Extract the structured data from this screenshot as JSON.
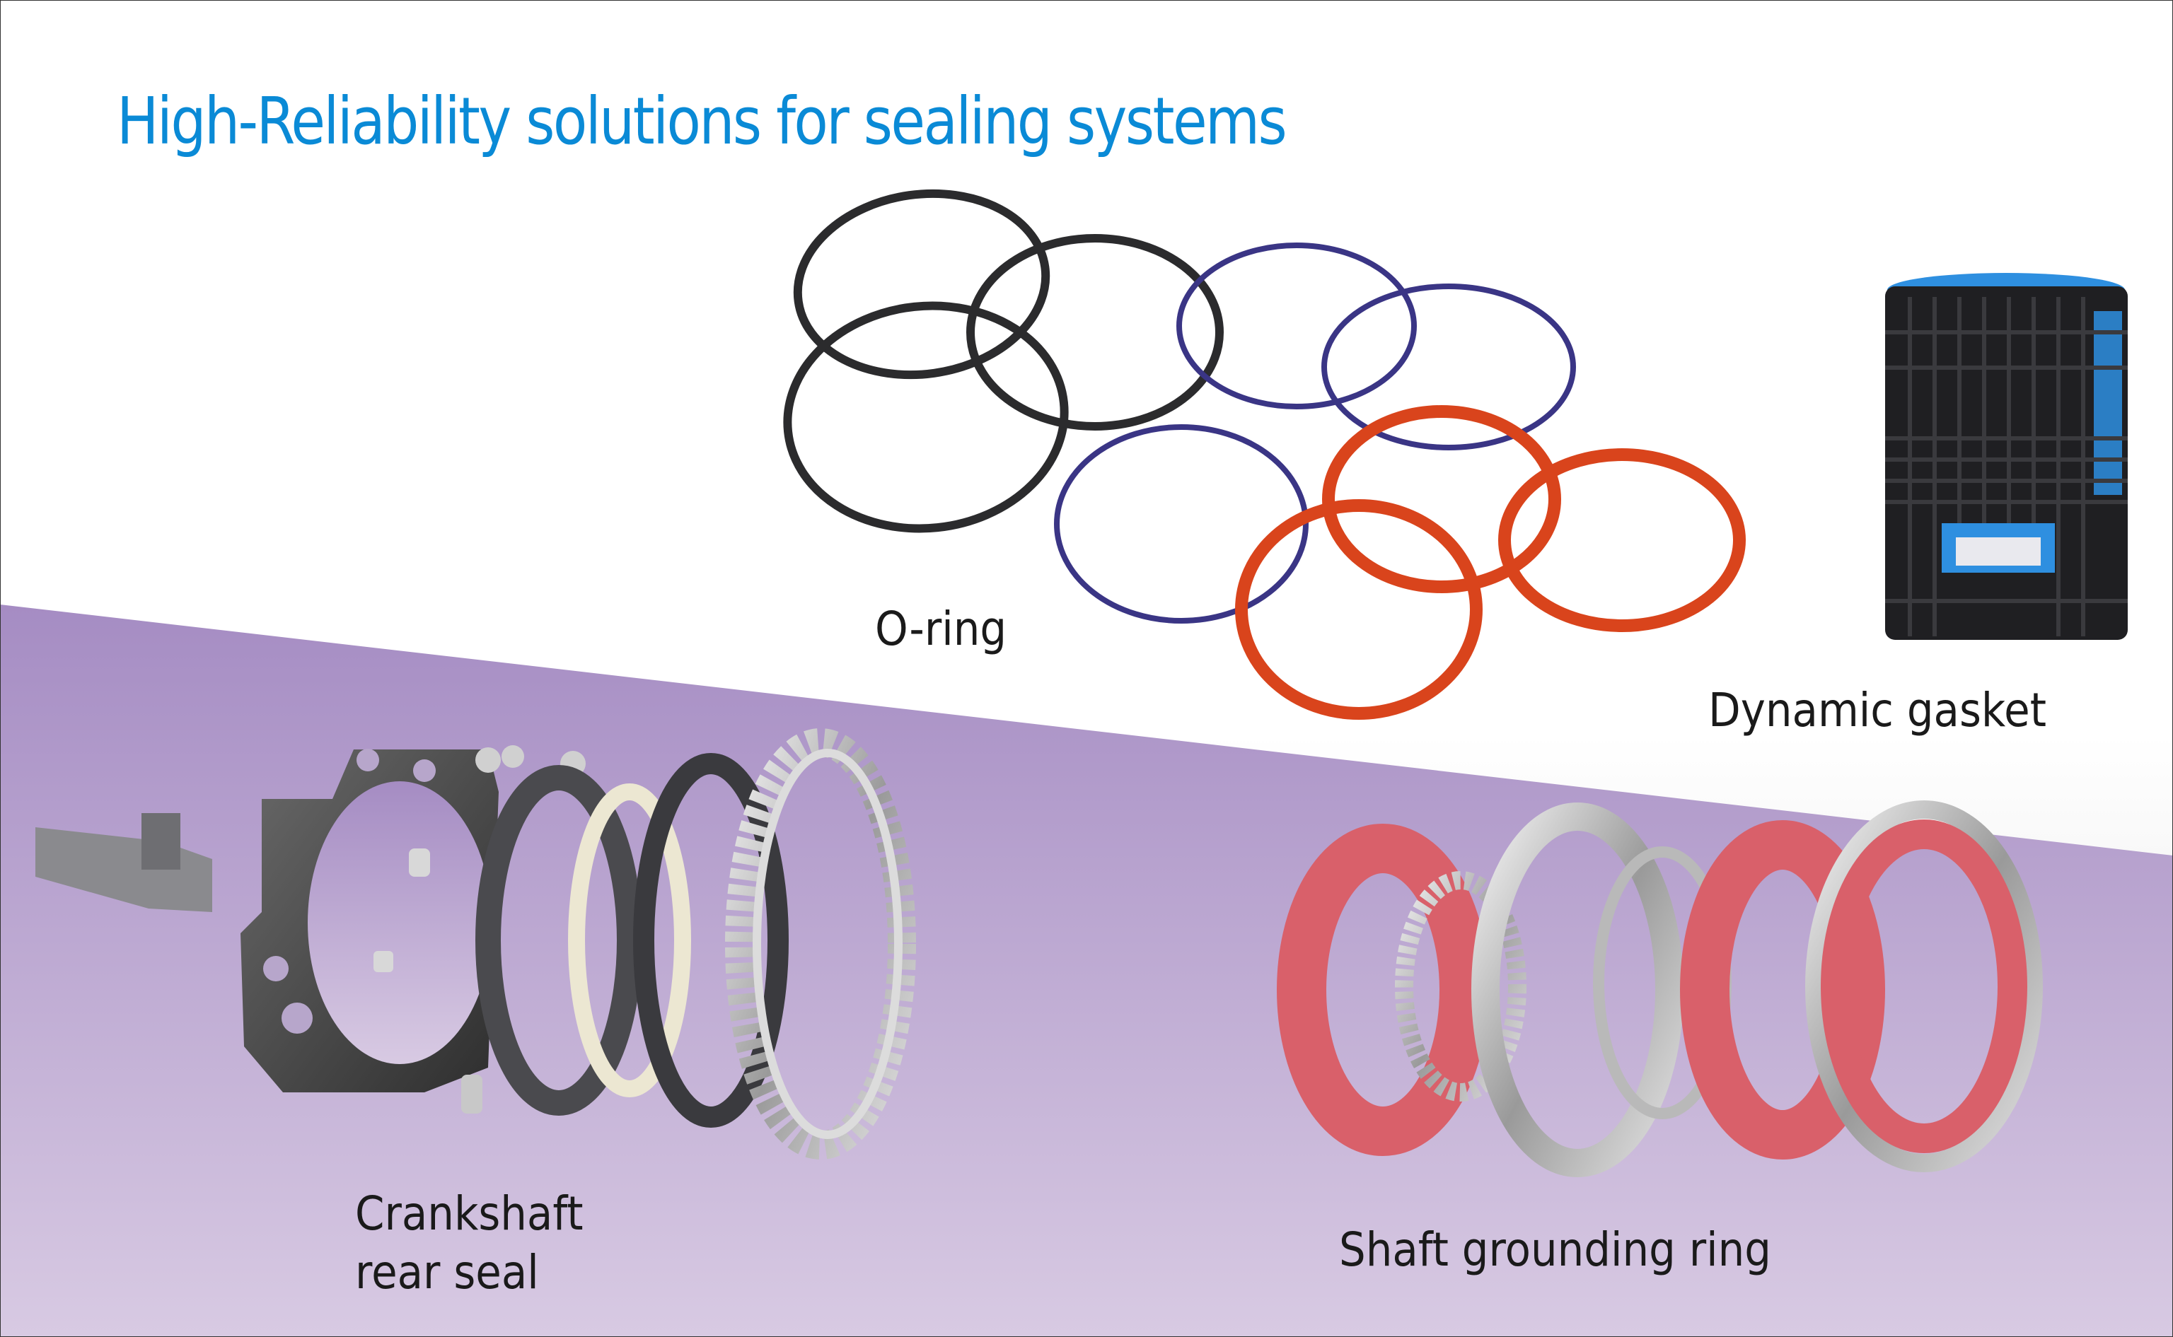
{
  "title": "High-Reliability solutions for sealing systems",
  "products": {
    "oring": {
      "label": "O-ring"
    },
    "dynamic_gasket": {
      "label": "Dynamic gasket"
    },
    "crankshaft": {
      "label_line1": "Crankshaft",
      "label_line2": "rear seal"
    },
    "shaft_grounding": {
      "label": "Shaft grounding ring"
    }
  },
  "colors": {
    "title": "#0a8ad6",
    "purple_top": "#a58cc3",
    "purple_bottom": "#d8cae3",
    "oring_black": "#2b2b2d",
    "oring_blue": "#3a3585",
    "oring_orange": "#d9441c",
    "gasket_blue": "#2e8fe0",
    "grounding_red": "#d9606a"
  }
}
